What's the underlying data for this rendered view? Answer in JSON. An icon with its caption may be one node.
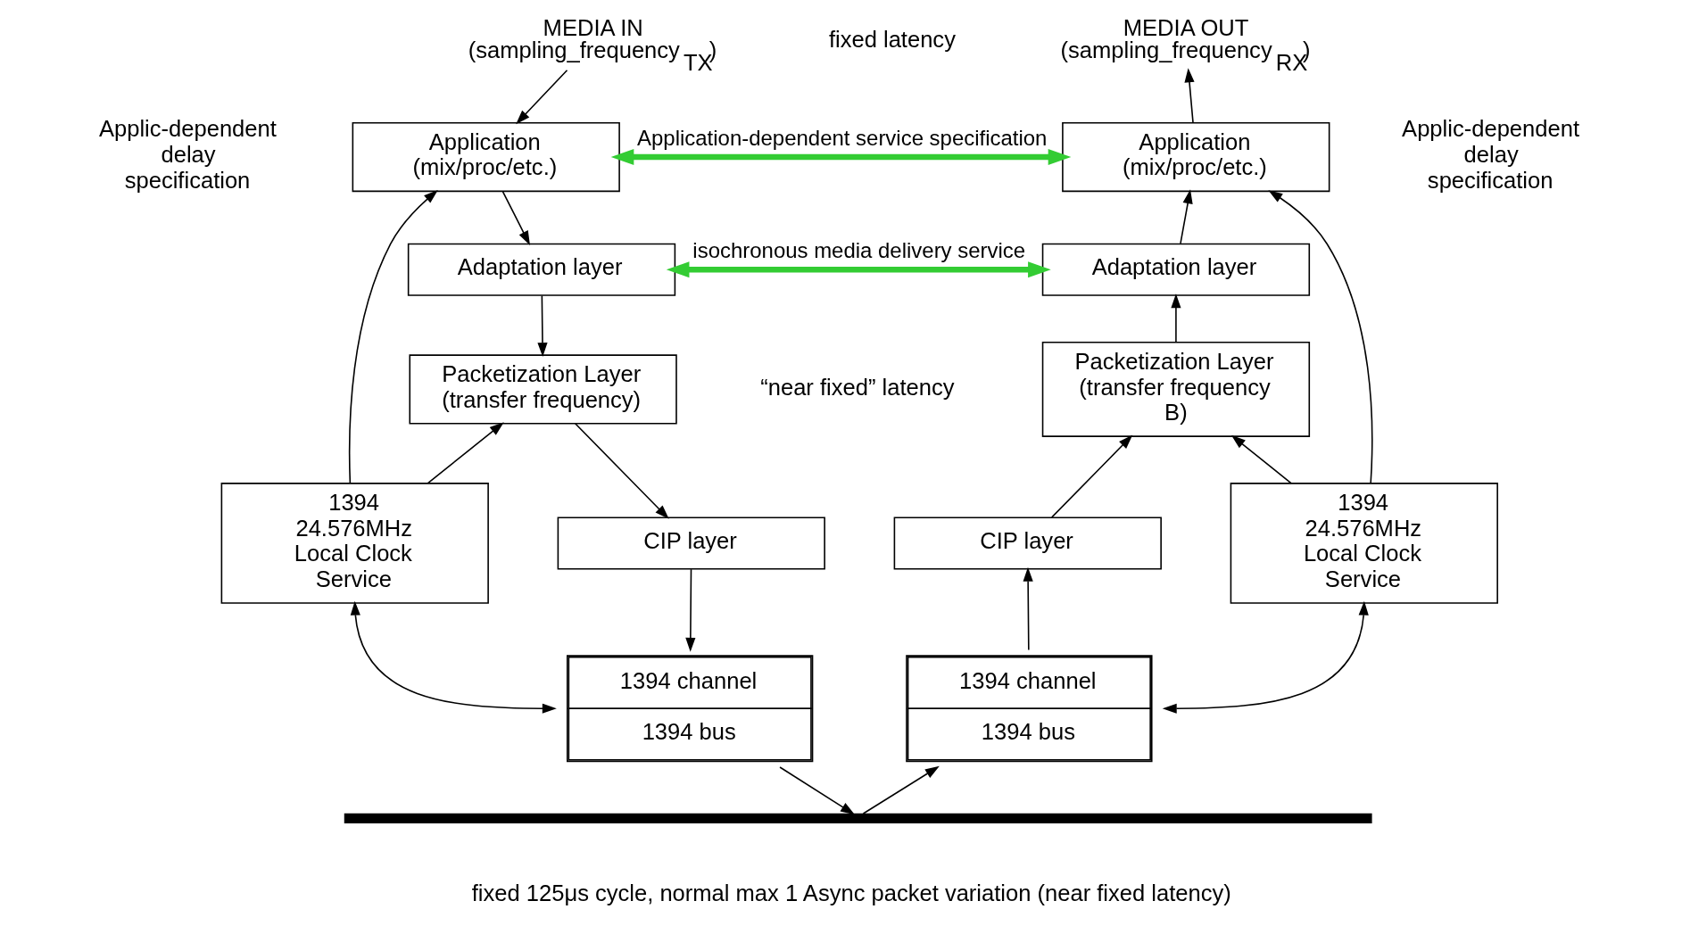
{
  "diagram": {
    "nodes": [
      {
        "text": [
          "Application (mix/proc/etc.)"
        ],
        "beside": [
          "Applic-dependent delay specification"
        ]
      },
      {
        "text": [
          "Adaptation layer"
        ]
      },
      {
        "text": [
          "Packetization Layer (transfer frequency)"
        ]
      },
      {
        "text": [
          "CIP layer"
        ]
      },
      {
        "text": [
          "1394 channel",
          "1394 bus"
        ]
      },
      {
        "text": [
          "1394 24.576MHz Local Clock Service"
        ]
      },
      {
        "text": [
          "MEDIA IN",
          "(sampling_frequency$_{TX}$)"
        ]
      },
      {
        "text": [
          "Application (mix/proc/etc.)"
        ],
        "beside": [
          "Applic-dependent delay specification"
        ]
      },
      {
        "text": [
          "Adaptation layer"
        ]
      },
      {
        "text": [
          "Packetization Layer (transfer frequency B)"
        ]
      },
      {
        "text": [
          "CIP layer"
        ]
      },
      {
        "text": [
          "1394 channel",
          "1394 bus"
        ]
      },
      {
        "text": [
          "1394 24.576MHz Local Clock Service"
        ]
      },
      {
        "text": [
          "MEDIA OUT",
          "(sampling_frequency$_{RX}$)"
        ]
      },
      {
        "text": [],
        "shape": "bar",
        "beside": [
          "fixed 125μs cycle, normal max 1 Async packet variation (near fixed latency)"
        ]
      }
    ],
    "edges": [
      {
        "from": 6,
        "to": 0,
        "arrow": "to"
      },
      {
        "from": 0,
        "to": 1,
        "arrow": "to"
      },
      {
        "from": 1,
        "to": 2,
        "arrow": "to"
      },
      {
        "from": 2,
        "to": 3,
        "arrow": "to"
      },
      {
        "from": 3,
        "to": 4,
        "arrow": "to"
      },
      {
        "from": 5,
        "to": 0,
        "arrow": "to"
      },
      {
        "from": 5,
        "to": 2,
        "arrow": "to"
      },
      {
        "from": 5,
        "to": 4,
        "arrow": "both"
      },
      {
        "from": 4,
        "to": 14,
        "arrow": "to"
      },
      {
        "from": 7,
        "to": 13,
        "arrow": "to"
      },
      {
        "from": 8,
        "to": 7,
        "arrow": "to"
      },
      {
        "from": 9,
        "to": 8,
        "arrow": "to"
      },
      {
        "from": 10,
        "to": 9,
        "arrow": "to"
      },
      {
        "from": 11,
        "to": 10,
        "arrow": "to"
      },
      {
        "from": 12,
        "to": 7,
        "arrow": "to"
      },
      {
        "from": 12,
        "to": 9,
        "arrow": "to"
      },
      {
        "from": 12,
        "to": 11,
        "arrow": "both"
      },
      {
        "from": 14,
        "to": 11,
        "arrow": "to"
      },
      {
        "from": 0,
        "to": 7,
        "arrow": "both",
        "label": "Application-dependent service specification",
        "style": "thick",
        "color": "#33cc33"
      },
      {
        "from": 1,
        "to": 8,
        "arrow": "both",
        "label": "isochronous media delivery service",
        "style": "thick",
        "color": "#33cc33"
      }
    ],
    "labels": [
      "fixed latency",
      "“near fixed” latency"
    ]
  }
}
